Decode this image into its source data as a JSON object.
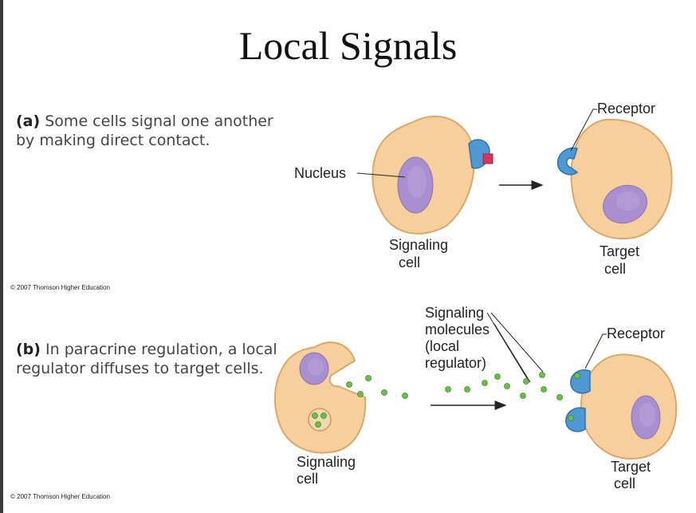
{
  "title": "Local Signals",
  "panel_a": {
    "letter": "(a)",
    "caption_line1": "Some cells signal one another",
    "caption_line2": "by making direct contact.",
    "nucleus_label": "Nucleus",
    "receptor_label": "Receptor",
    "signaling_label_1": "Signaling",
    "signaling_label_2": "cell",
    "target_label_1": "Target",
    "target_label_2": "cell",
    "credit": "© 2007 Thomson Higher Education"
  },
  "panel_b": {
    "letter": "(b)",
    "caption_line1": "In paracrine regulation, a local",
    "caption_line2": "regulator diffuses to target cells.",
    "molecules_label_1": "Signaling",
    "molecules_label_2": "molecules",
    "molecules_label_3": "(local",
    "molecules_label_4": "regulator)",
    "receptor_label": "Receptor",
    "signaling_label_1": "Signaling",
    "signaling_label_2": "cell",
    "target_label_1": "Target",
    "target_label_2": "cell",
    "credit": "© 2007 Thomson Higher Education"
  },
  "colors": {
    "cell_fill": "#f7cf9c",
    "cell_stroke": "#d9a86a",
    "nucleus_fill": "#a98fd0",
    "receptor_fill": "#4f98d4",
    "signal_tip": "#d6365a",
    "molecule_fill": "#6cbf4a"
  }
}
